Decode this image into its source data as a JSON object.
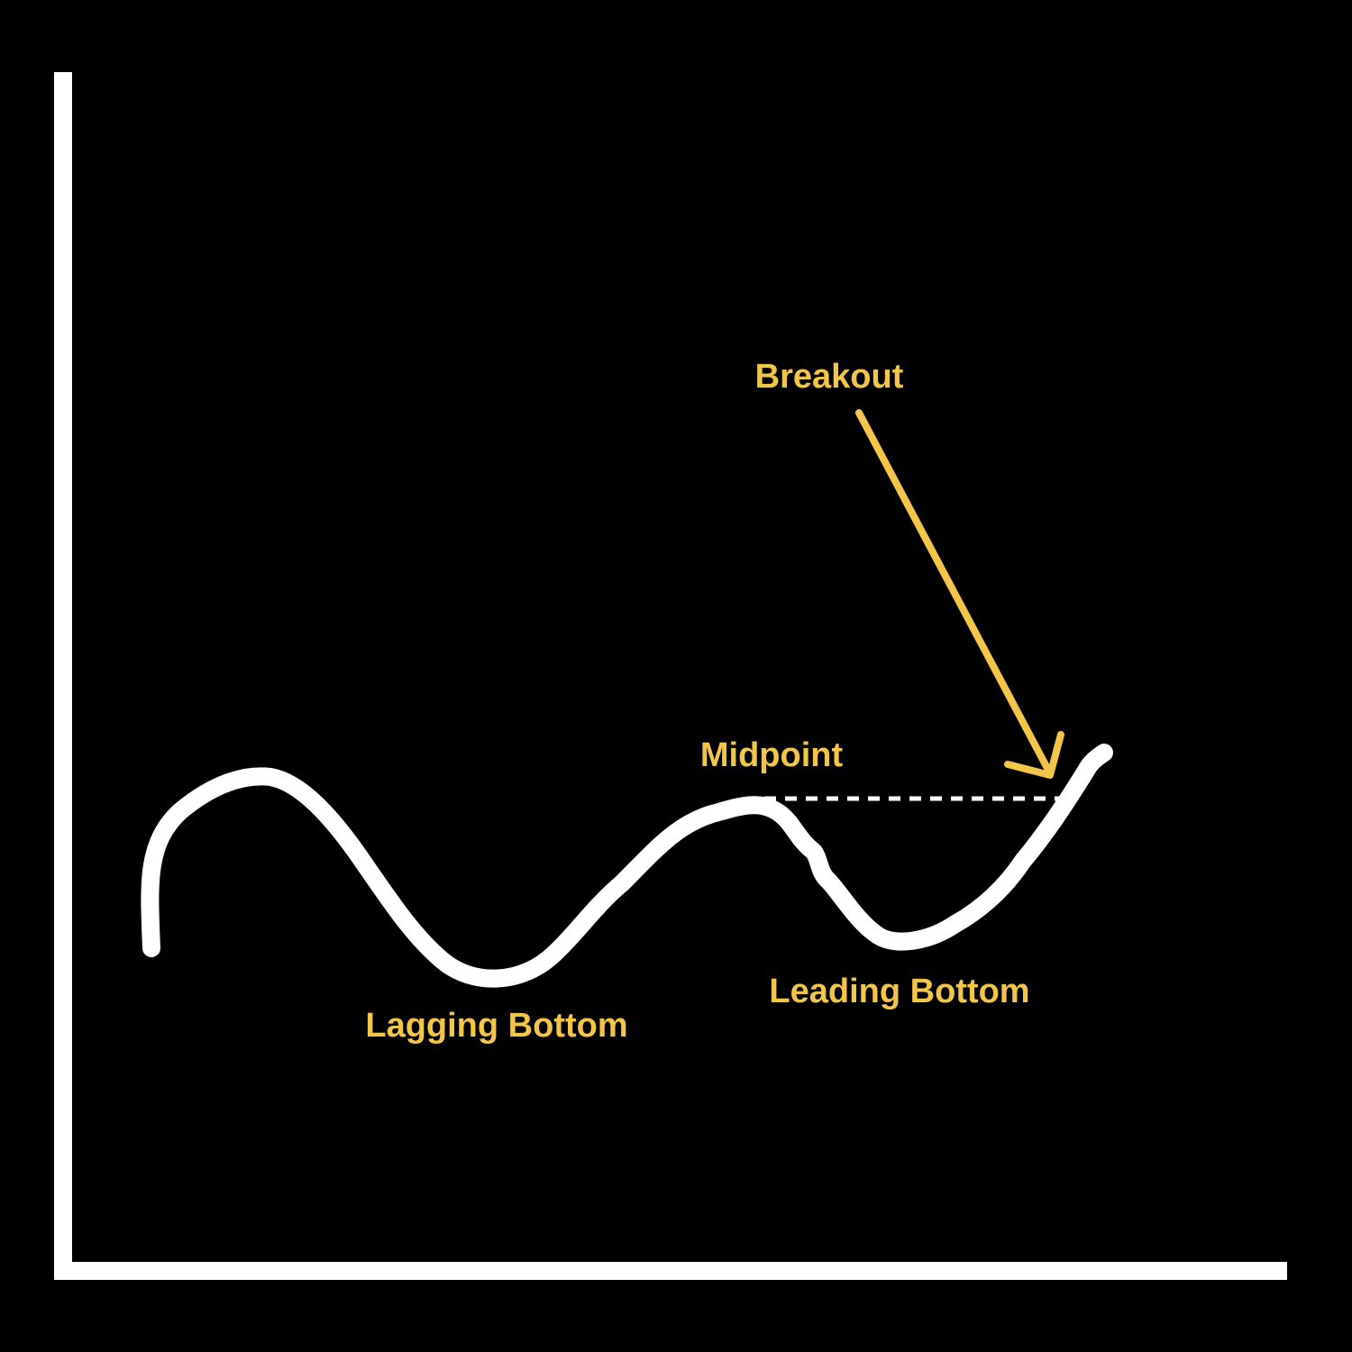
{
  "colors": {
    "background": "#000000",
    "axes": "#ffffff",
    "price_line": "#ffffff",
    "accent": "#f3c64a",
    "midpoint_line": "#ffffff"
  },
  "labels": {
    "breakout": "Breakout",
    "midpoint": "Midpoint",
    "lagging_bottom": "Lagging Bottom",
    "leading_bottom": "Leading Bottom"
  }
}
